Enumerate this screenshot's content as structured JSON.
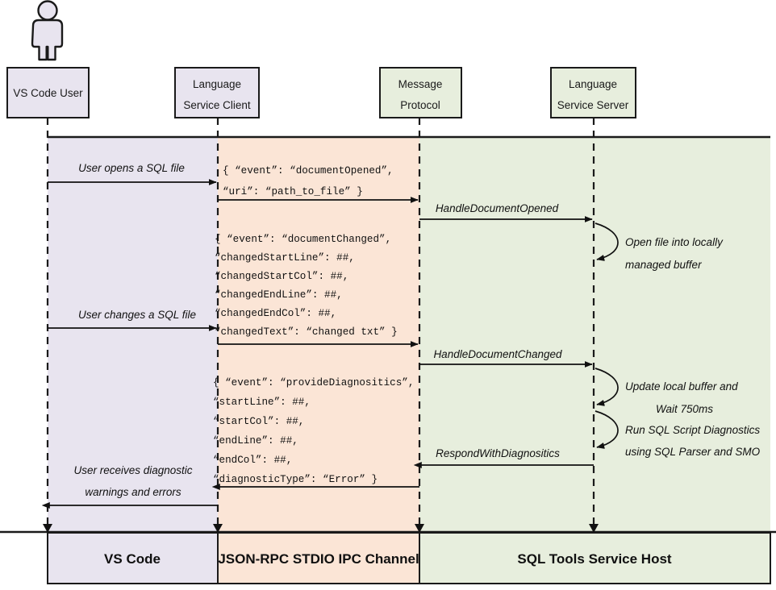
{
  "diagram": {
    "title": "SQL Tools Service language service sequence diagram",
    "colors": {
      "lavender": "#e8e4ef",
      "peach": "#fbe5d6",
      "green": "#e7eedd",
      "stroke": "#1a1a1a",
      "actor_fill": "#e8e4ef"
    },
    "actor": {
      "name": "vs-code-user-actor"
    },
    "participants": [
      {
        "id": "vs-code-user",
        "line1": "VS Code User",
        "line2": "",
        "fill": "#e8e4ef"
      },
      {
        "id": "language-service-client",
        "line1": "Language",
        "line2": "Service Client",
        "fill": "#e8e4ef"
      },
      {
        "id": "message-protocol",
        "line1": "Message",
        "line2": "Protocol",
        "fill": "#e7eedd"
      },
      {
        "id": "language-service-server",
        "line1": "Language",
        "line2": "Service Server",
        "fill": "#e7eedd"
      }
    ],
    "messages": [
      {
        "id": "user-opens-sql-file",
        "label": "User opens a SQL file"
      },
      {
        "id": "user-changes-sql-file",
        "label": "User changes a SQL file"
      },
      {
        "id": "user-receives-diagnostics-1",
        "label": "User receives diagnostic"
      },
      {
        "id": "user-receives-diagnostics-2",
        "label": "warnings and errors"
      },
      {
        "id": "handle-document-opened",
        "label": "HandleDocumentOpened"
      },
      {
        "id": "handle-document-changed",
        "label": "HandleDocumentChanged"
      },
      {
        "id": "respond-with-diagnositics",
        "label": "RespondWithDiagnositics"
      }
    ],
    "notes": [
      {
        "id": "open-file-note-1",
        "label": "Open file into locally"
      },
      {
        "id": "open-file-note-2",
        "label": "managed buffer"
      },
      {
        "id": "update-buffer-note-1",
        "label": "Update local buffer and"
      },
      {
        "id": "update-buffer-note-2",
        "label": "Wait 750ms"
      },
      {
        "id": "run-diagnostics-note-1",
        "label": "Run SQL Script Diagnostics"
      },
      {
        "id": "run-diagnostics-note-2",
        "label": "using SQL Parser and SMO"
      }
    ],
    "payloads": [
      {
        "id": "document-opened-payload",
        "lines": [
          "{ “event”: “documentOpened”,",
          "  “uri”: “path_to_file” }"
        ]
      },
      {
        "id": "document-changed-payload",
        "lines": [
          "{ “event”: “documentChanged”,",
          "  “changedStartLine”: ##,",
          "  “changedStartCol”: ##,",
          "  “changedEndLine”: ##,",
          "  “changedEndCol”: ##,",
          "  “changedText”: “changed txt” }"
        ]
      },
      {
        "id": "provide-diagnositics-payload",
        "lines": [
          "{ “event”: “provideDiagnositics”,",
          "  “startLine”: ##,",
          "  “startCol”: ##,",
          "  “endLine”: ##,",
          "  “endCol”: ##,",
          "  “diagnosticType”: “Error” }"
        ]
      }
    ],
    "footer": [
      {
        "id": "footer-vs-code",
        "label": "VS Code",
        "fill": "#e8e4ef"
      },
      {
        "id": "footer-jsonrpc",
        "label": "JSON-RPC STDIO IPC Channel",
        "fill": "#fbe5d6"
      },
      {
        "id": "footer-sql-tools",
        "label": "SQL Tools Service Host",
        "fill": "#e7eedd"
      }
    ]
  }
}
